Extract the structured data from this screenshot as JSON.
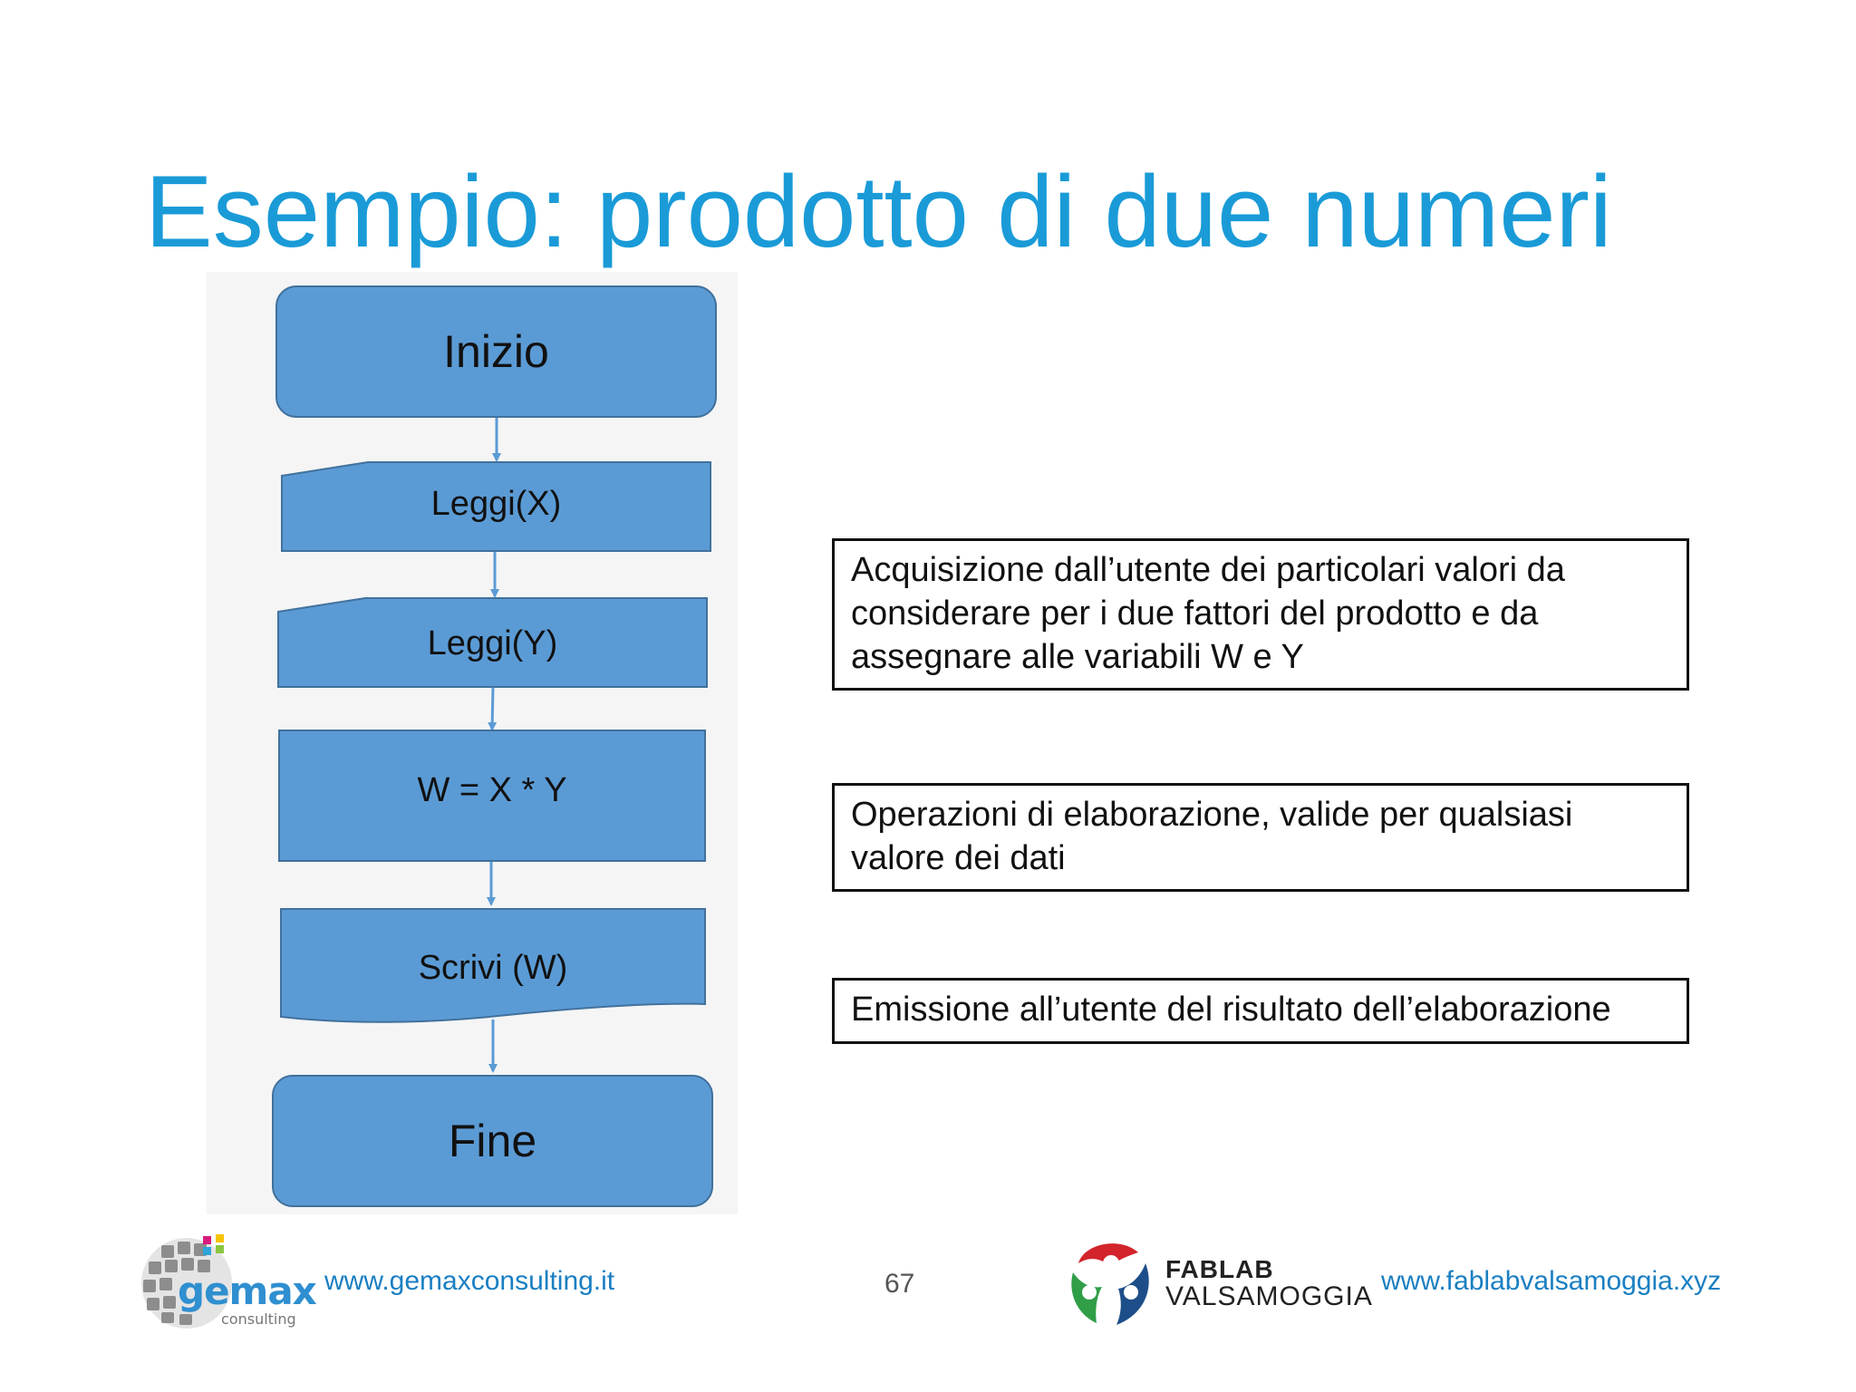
{
  "slide": {
    "title": "Esempio: prodotto di due numeri",
    "page_number": "67"
  },
  "flowchart": {
    "nodes": [
      {
        "id": "inizio",
        "label": "Inizio",
        "shape": "rounded-rect"
      },
      {
        "id": "leggi-x",
        "label": "Leggi(X)",
        "shape": "manual-input"
      },
      {
        "id": "leggi-y",
        "label": "Leggi(Y)",
        "shape": "manual-input"
      },
      {
        "id": "calc",
        "label": "W = X * Y",
        "shape": "process"
      },
      {
        "id": "scrivi",
        "label": "Scrivi (W)",
        "shape": "document"
      },
      {
        "id": "fine",
        "label": "Fine",
        "shape": "rounded-rect"
      }
    ],
    "edges": [
      {
        "from": "inizio",
        "to": "leggi-x"
      },
      {
        "from": "leggi-x",
        "to": "leggi-y"
      },
      {
        "from": "leggi-y",
        "to": "calc"
      },
      {
        "from": "calc",
        "to": "scrivi"
      },
      {
        "from": "scrivi",
        "to": "fine"
      }
    ],
    "fill_color": "#5b9bd5",
    "stroke_color": "#41719c"
  },
  "notes": [
    "Acquisizione dall’utente dei particolari valori da considerare per i due fattori del prodotto e da assegnare alle variabili W e Y",
    "Operazioni di elaborazione, valide per qualsiasi valore dei dati",
    "Emissione all’utente del risultato dell’elaborazione"
  ],
  "footer": {
    "gemax_logo": {
      "word": "gemax",
      "tagline": "consulting"
    },
    "gemax_url": "www.gemaxconsulting.it",
    "fablab_logo": {
      "line1": "FABLAB",
      "line2": "VALSAMOGGIA"
    },
    "fablab_url": "www.fablabvalsamoggia.xyz"
  },
  "colors": {
    "title": "#1a9bd7",
    "link": "#1a7fc2",
    "fablab_red": "#d3242c",
    "fablab_green": "#2f9e47",
    "fablab_blue": "#1d4e89"
  }
}
